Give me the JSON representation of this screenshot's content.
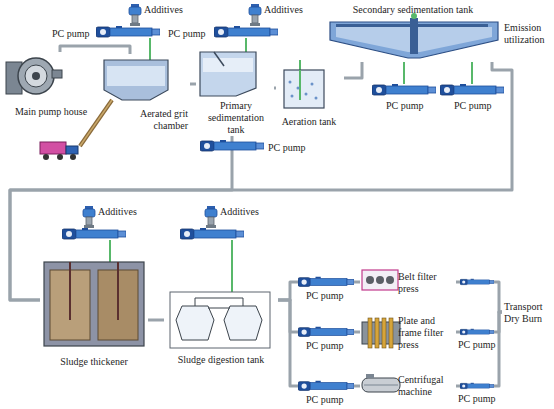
{
  "diagram": {
    "nodes": [
      {
        "text": [
          "Main pump house"
        ]
      },
      {
        "text": [
          "Aerated grit chamber"
        ]
      },
      {
        "text": [
          "Primary sedimentation tank"
        ]
      },
      {
        "text": [
          "Aeration tank"
        ]
      },
      {
        "text": [
          "Secondary sedimentation tank"
        ]
      },
      {
        "text": [
          "Sludge thickener"
        ]
      },
      {
        "text": [
          "Sludge digestion tank"
        ]
      },
      {
        "text": [
          "Belt filter press"
        ]
      },
      {
        "text": [
          "Plate and frame filter press"
        ]
      },
      {
        "text": [
          "Centrifugal machine"
        ]
      },
      {
        "text": [
          "Transport Dry Burn"
        ]
      }
    ],
    "edges": [
      {
        "from": 0,
        "to": 1,
        "arrow": "none"
      },
      {
        "from": 1,
        "to": 2,
        "arrow": "none"
      },
      {
        "from": 2,
        "to": 3,
        "arrow": "none"
      },
      {
        "from": 3,
        "to": 4,
        "arrow": "none"
      },
      {
        "from": 4,
        "to": 5,
        "arrow": "none"
      },
      {
        "from": 2,
        "to": 5,
        "arrow": "none"
      },
      {
        "from": 5,
        "to": 6,
        "arrow": "none"
      },
      {
        "from": 6,
        "to": 7,
        "arrow": "none"
      },
      {
        "from": 6,
        "to": 8,
        "arrow": "none"
      },
      {
        "from": 6,
        "to": 9,
        "arrow": "none"
      },
      {
        "from": 7,
        "to": 10,
        "arrow": "none"
      },
      {
        "from": 8,
        "to": 10,
        "arrow": "none"
      },
      {
        "from": 9,
        "to": 10,
        "arrow": "none"
      }
    ],
    "labels": [
      "Additives",
      "PC pump",
      "Additives",
      "PC pump",
      "PC pump",
      "PC pump",
      "PC pump",
      "Emission utilization",
      "Additives",
      "Additives",
      "PC pump",
      "PC pump",
      "PC pump",
      "PC pump",
      "PC pump"
    ]
  }
}
